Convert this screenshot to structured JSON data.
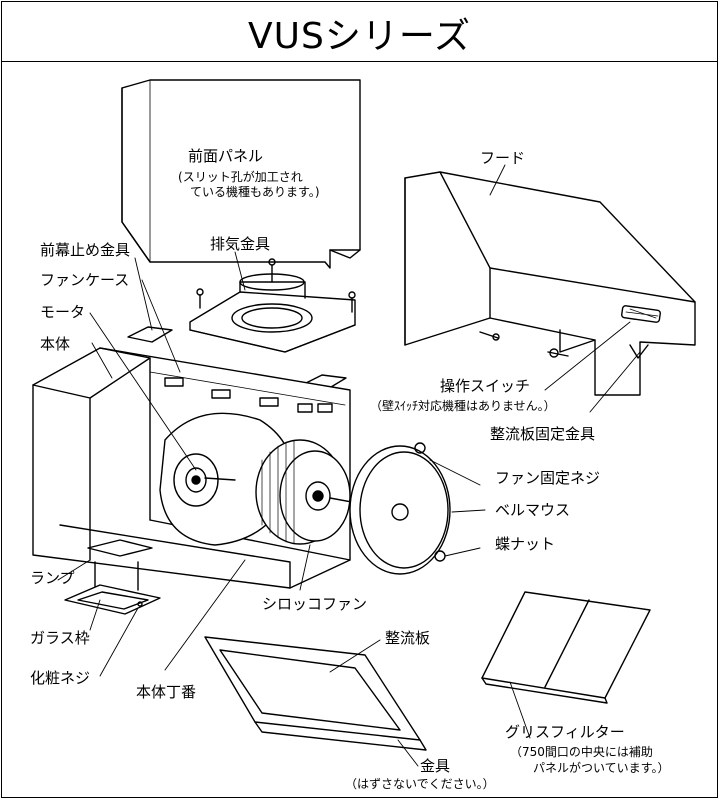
{
  "title": "VUSシリーズ",
  "labels": {
    "front_panel": "前面パネル",
    "front_panel_note_1": "スリット孔が加工され",
    "front_panel_note_2": "ている機種もあります。",
    "hood": "フード",
    "front_curtain_bracket": "前幕止め金具",
    "exhaust_bracket": "排気金具",
    "fan_case": "ファンケース",
    "motor": "モータ",
    "body": "本体",
    "switch": "操作スイッチ",
    "switch_note": "（壁ｽｲｯﾁ対応機種はありません。）",
    "baffle_bracket": "整流板固定金具",
    "fan_screw": "ファン固定ネジ",
    "bellmouth": "ベルマウス",
    "wing_nut": "蝶ナット",
    "lamp": "ランプ",
    "sirocco_fan": "シロッコファン",
    "glass_frame": "ガラス枠",
    "baffle": "整流板",
    "cosmetic_screw": "化粧ネジ",
    "body_hinge": "本体丁番",
    "grease_filter": "グリスフィルター",
    "filter_note_1": "（750間口の中央には補助",
    "filter_note_2": "パネルがついています。）",
    "fitting": "金具",
    "fitting_note": "（はずさないでください。）"
  }
}
